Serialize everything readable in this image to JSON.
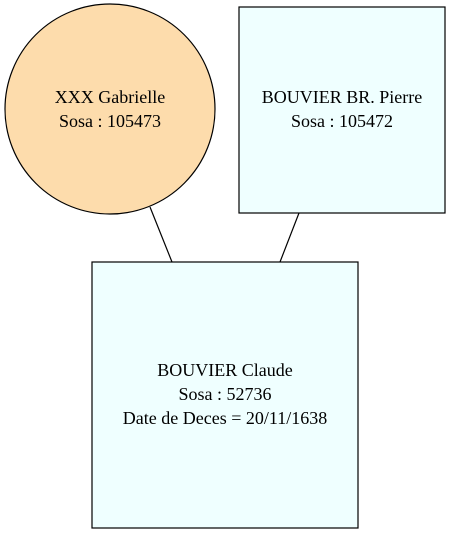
{
  "diagram": {
    "nodes": [
      {
        "id": "gabrielle",
        "shape": "circle",
        "fill": "#fddcac",
        "lines": [
          "XXX Gabrielle",
          "Sosa : 105473"
        ]
      },
      {
        "id": "pierre",
        "shape": "box",
        "fill": "#efffff",
        "lines": [
          "BOUVIER BR. Pierre",
          "Sosa : 105472"
        ]
      },
      {
        "id": "claude",
        "shape": "box",
        "fill": "#efffff",
        "lines": [
          "BOUVIER Claude",
          "Sosa : 52736",
          "Date de Deces = 20/11/1638"
        ]
      }
    ],
    "edges": [
      {
        "from": "gabrielle",
        "to": "claude"
      },
      {
        "from": "pierre",
        "to": "claude"
      }
    ]
  }
}
